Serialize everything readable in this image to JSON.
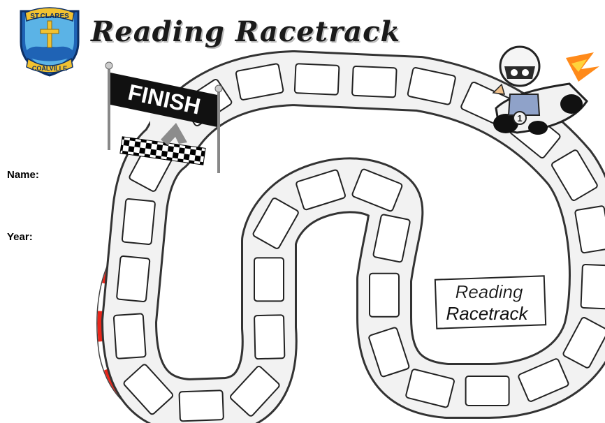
{
  "title": "Reading Racetrack",
  "badge": {
    "top_text": "ST.CLARES",
    "bottom_text": "COALVILLE"
  },
  "finish_flag": {
    "text": "FINISH"
  },
  "sign": {
    "line1": "Reading",
    "line2": "Racetrack"
  },
  "form": {
    "name_label": "Name:",
    "year_label": "Year:"
  },
  "race_car": {
    "number": "1"
  },
  "track": {
    "space_count": 29
  },
  "icons": {
    "badge": "school-crest-icon",
    "flag": "finish-flag-icon",
    "arrow": "arrow-up-icon",
    "car": "race-car-icon"
  },
  "colors": {
    "curb_red": "#e8261b",
    "track_fill": "#f2f2f2",
    "badge_blue": "#1f63b5",
    "badge_gold": "#f2c230"
  }
}
